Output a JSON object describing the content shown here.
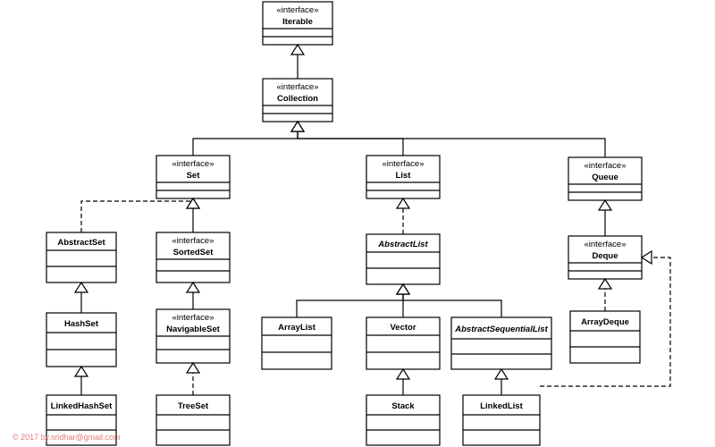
{
  "classes": [
    {
      "id": "iterable",
      "stereotype": "«interface»",
      "name": "Iterable",
      "italic": false
    },
    {
      "id": "collection",
      "stereotype": "«interface»",
      "name": "Collection",
      "italic": false
    },
    {
      "id": "set",
      "stereotype": "«interface»",
      "name": "Set",
      "italic": false
    },
    {
      "id": "list",
      "stereotype": "«interface»",
      "name": "List",
      "italic": false
    },
    {
      "id": "queue",
      "stereotype": "«interface»",
      "name": "Queue",
      "italic": false
    },
    {
      "id": "abstractset",
      "stereotype": "",
      "name": "AbstractSet",
      "italic": false
    },
    {
      "id": "sortedset",
      "stereotype": "«interface»",
      "name": "SortedSet",
      "italic": false
    },
    {
      "id": "abstractlist",
      "stereotype": "",
      "name": "AbstractList",
      "italic": true
    },
    {
      "id": "deque",
      "stereotype": "«interface»",
      "name": "Deque",
      "italic": false
    },
    {
      "id": "hashset",
      "stereotype": "",
      "name": "HashSet",
      "italic": false
    },
    {
      "id": "navigableset",
      "stereotype": "«interface»",
      "name": "NavigableSet",
      "italic": false
    },
    {
      "id": "arraylist",
      "stereotype": "",
      "name": "ArrayList",
      "italic": false
    },
    {
      "id": "vector",
      "stereotype": "",
      "name": "Vector",
      "italic": false
    },
    {
      "id": "abstractsequentiallist",
      "stereotype": "",
      "name": "AbstractSequentialList",
      "italic": true
    },
    {
      "id": "arraydeque",
      "stereotype": "",
      "name": "ArrayDeque",
      "italic": false
    },
    {
      "id": "linkedhashset",
      "stereotype": "",
      "name": "LinkedHashSet",
      "italic": false
    },
    {
      "id": "treeset",
      "stereotype": "",
      "name": "TreeSet",
      "italic": false
    },
    {
      "id": "stack",
      "stereotype": "",
      "name": "Stack",
      "italic": false
    },
    {
      "id": "linkedlist",
      "stereotype": "",
      "name": "LinkedList",
      "italic": false
    }
  ],
  "relations": [
    {
      "child": "collection",
      "parent": "iterable",
      "kind": "extends"
    },
    {
      "child": "set",
      "parent": "collection",
      "kind": "extends"
    },
    {
      "child": "list",
      "parent": "collection",
      "kind": "extends"
    },
    {
      "child": "queue",
      "parent": "collection",
      "kind": "extends"
    },
    {
      "child": "abstractset",
      "parent": "set",
      "kind": "implements"
    },
    {
      "child": "sortedset",
      "parent": "set",
      "kind": "extends"
    },
    {
      "child": "abstractlist",
      "parent": "list",
      "kind": "implements"
    },
    {
      "child": "deque",
      "parent": "queue",
      "kind": "extends"
    },
    {
      "child": "hashset",
      "parent": "abstractset",
      "kind": "extends"
    },
    {
      "child": "linkedhashset",
      "parent": "hashset",
      "kind": "extends"
    },
    {
      "child": "navigableset",
      "parent": "sortedset",
      "kind": "extends"
    },
    {
      "child": "treeset",
      "parent": "navigableset",
      "kind": "implements"
    },
    {
      "child": "arraylist",
      "parent": "abstractlist",
      "kind": "extends"
    },
    {
      "child": "vector",
      "parent": "abstractlist",
      "kind": "extends"
    },
    {
      "child": "abstractsequentiallist",
      "parent": "abstractlist",
      "kind": "extends"
    },
    {
      "child": "stack",
      "parent": "vector",
      "kind": "extends"
    },
    {
      "child": "linkedlist",
      "parent": "abstractsequentiallist",
      "kind": "extends"
    },
    {
      "child": "arraydeque",
      "parent": "deque",
      "kind": "implements"
    },
    {
      "child": "linkedlist",
      "parent": "deque",
      "kind": "implements"
    }
  ],
  "watermark": "© 2017 by.sridhar@gmail.com",
  "colors": {
    "line": "#000000",
    "watermark": "#e37c7c"
  }
}
